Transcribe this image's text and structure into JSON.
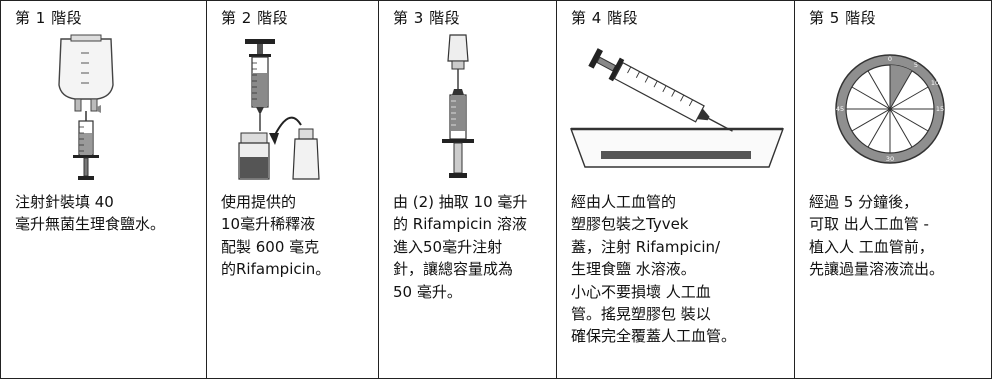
{
  "steps": [
    {
      "heading": "第 1 階段",
      "icon": "saline-bag-syringe-icon",
      "lines": [
        "注射針裝填 40",
        "毫升無菌生理食鹽水。"
      ]
    },
    {
      "heading": "第 2 階段",
      "icon": "syringe-vial-icon",
      "lines": [
        "使用提供的",
        "10毫升稀釋液",
        "配製 600 毫克",
        "的Rifampicin。"
      ]
    },
    {
      "heading": "第 3 階段",
      "icon": "syringe-bottle-icon",
      "lines": [
        "由 (2) 抽取 10 毫升",
        "的 Rifampicin 溶液",
        "進入50毫升注射",
        "針，讓總容量成為",
        "50 毫升。"
      ]
    },
    {
      "heading": "第 4 階段",
      "icon": "syringe-tray-icon",
      "lines": [
        "經由人工血管的",
        "塑膠包裝之Tyvek",
        "蓋，注射 Rifampicin/",
        "生理食鹽 水溶液。",
        "小心不要損壞 人工血",
        "管。搖晃塑膠包 裝以",
        "確保完全覆蓋人工血管。"
      ]
    },
    {
      "heading": "第 5 階段",
      "icon": "clock-icon",
      "clock_labels": [
        "0",
        "5",
        "10",
        "15",
        "30",
        "45"
      ],
      "lines": [
        "經過 5 分鐘後，",
        "可取 出人工血管 -",
        "植入人 工血管前，",
        "先讓過量溶液流出。"
      ]
    }
  ]
}
